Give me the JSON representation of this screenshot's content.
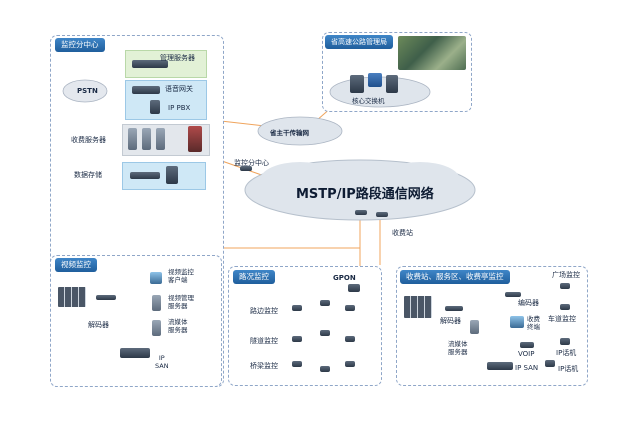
{
  "monitor_center": {
    "title": "监控分中心",
    "mgmt_server": "管理服务器",
    "pstn": "PSTN",
    "voice_gateway": "语音网关",
    "ip_pbx": "IP PBX",
    "toll_server": "收费服务器",
    "data_storage": "数据存储"
  },
  "provincial": {
    "title": "省高速公路管理局",
    "core_switch": "核心交换机",
    "backbone": "省主干传输网"
  },
  "network": {
    "center_label": "监控分中心",
    "cloud_label": "MSTP/IP路段通信网络",
    "toll_label": "收费站"
  },
  "video": {
    "title": "视频监控",
    "client": "视频监控\n客户端",
    "mgmt_server": "视频管理\n服务器",
    "stream_server": "流媒体\n服务器",
    "decoder": "解码器",
    "ip_san": "IP\nSAN"
  },
  "road": {
    "title": "路况监控",
    "gpon": "GPON",
    "roadside": "路边监控",
    "tunnel": "隧道监控",
    "bridge": "桥梁监控"
  },
  "toll": {
    "title": "收费站、服务区、收费亭监控",
    "plaza": "广场监控",
    "encoder": "编码器",
    "lane": "车道监控",
    "decoder": "解码器",
    "toll_terminal": "收费\n终端",
    "ip_phone1": "IP话机",
    "stream_server": "流媒体\n服务器",
    "voip": "VOIP",
    "ip_san": "IP SAN",
    "ip_phone2": "IP话机"
  },
  "colors": {
    "panel_title": "#1f5e9c",
    "link_orange": "#f0a45c",
    "cloud": "#dfe5ec"
  }
}
